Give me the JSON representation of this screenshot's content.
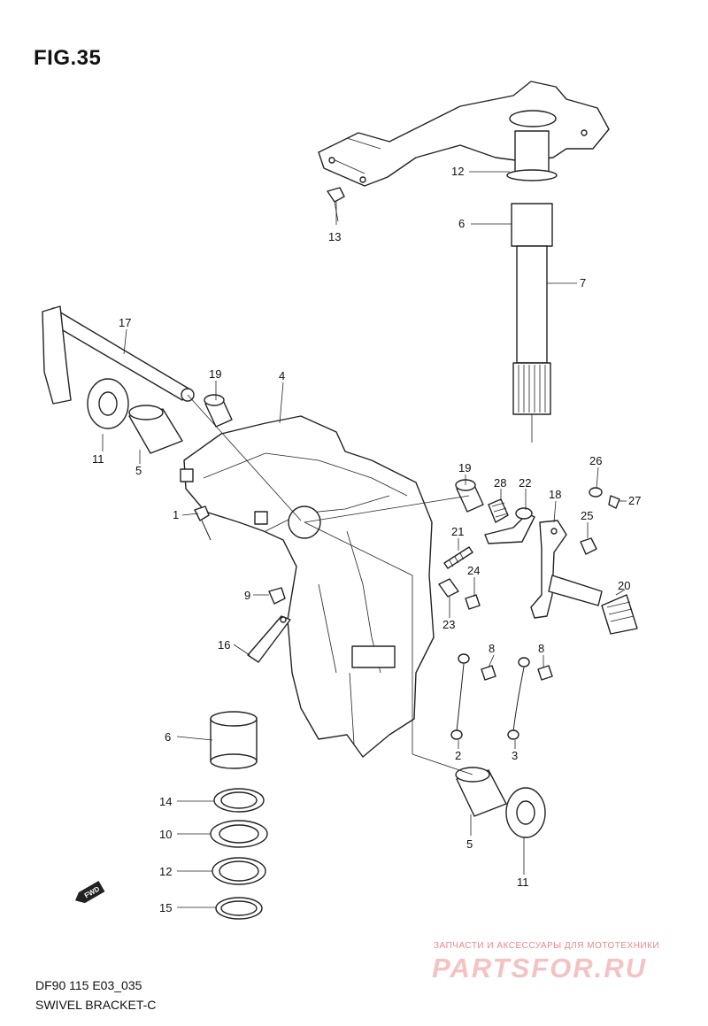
{
  "figure": {
    "title": "FIG.35"
  },
  "footer": {
    "model_code": "DF90 115 E03_035",
    "assembly_name": "SWIVEL BRACKET-C"
  },
  "watermark": {
    "tagline": "ЗАПЧАСТИ И АКСЕССУАРЫ ДЛЯ МОТОТЕХНИКИ",
    "logo": "PARTSFOR.RU"
  },
  "direction_badge": "FWD",
  "callouts": [
    "12",
    "6",
    "13",
    "7",
    "17",
    "19",
    "4",
    "11",
    "5",
    "1",
    "19",
    "28",
    "22",
    "18",
    "26",
    "27",
    "25",
    "21",
    "24",
    "23",
    "20",
    "9",
    "16",
    "8",
    "8",
    "2",
    "3",
    "6",
    "5",
    "11",
    "14",
    "10",
    "12",
    "15"
  ]
}
